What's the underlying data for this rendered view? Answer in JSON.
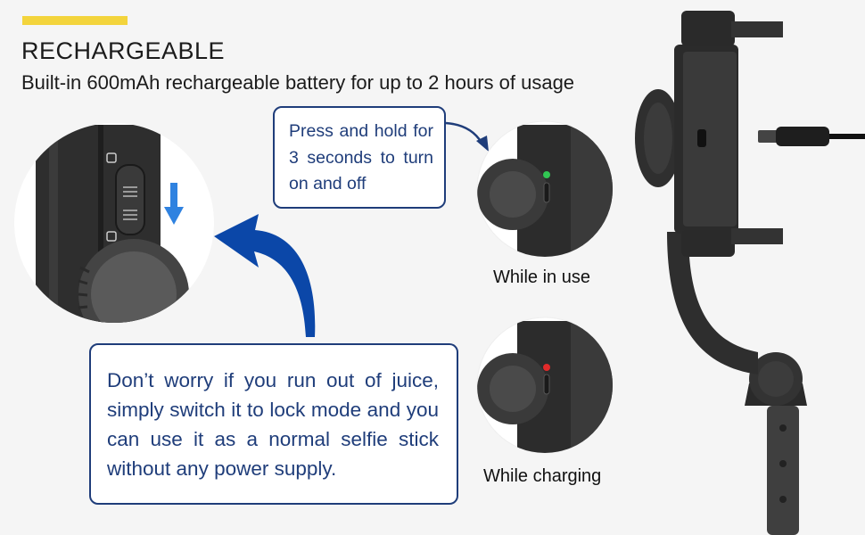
{
  "colors": {
    "accent": "#f3d43c",
    "navy": "#1f3d7a",
    "arrow_blue": "#0b47a8",
    "device_dark": "#2d2d2d",
    "led_green": "#31c653",
    "led_red": "#e12a2a"
  },
  "header": {
    "title": "RECHARGEABLE",
    "subtitle": "Built-in 600mAh rechargeable battery for up to 2 hours of usage"
  },
  "callouts": {
    "power": "Press and hold for 3 seconds to turn on and off",
    "lock_mode": "Don’t worry if you run out of juice, simply switch it to lock mode and you can use it as a normal selfie stick without any power supply."
  },
  "captions": {
    "in_use": "While in use",
    "charging": "While charging"
  },
  "icons": {
    "lock_switch": "lock-switch-icon",
    "down_arrow": "down-arrow-icon",
    "curved_arrow": "curved-arrow-icon",
    "usb_cable": "usb-cable-icon"
  }
}
